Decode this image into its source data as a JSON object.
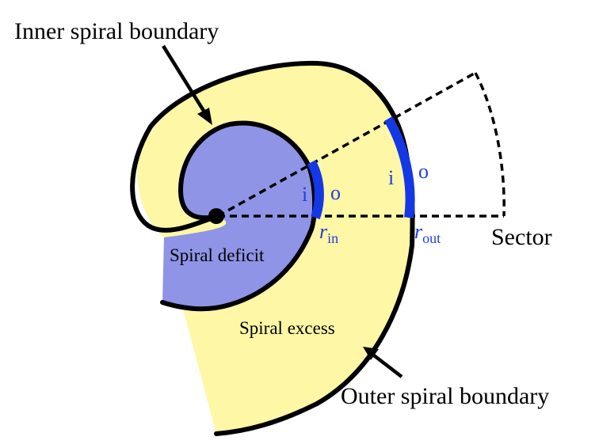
{
  "labels": {
    "inner_boundary": "Inner spiral boundary",
    "outer_boundary": "Outer spiral boundary",
    "sector": "Sector",
    "deficit": "Spiral deficit",
    "excess": "Spiral excess"
  },
  "markers": {
    "inner_i": "i",
    "inner_o": "o",
    "outer_i": "i",
    "outer_o": "o",
    "r_symbol": "r",
    "r_in_sub": "in",
    "r_out_sub": "out"
  },
  "colors": {
    "excess_fill": "#FEF7A6",
    "deficit_fill": "#8F94E6",
    "arc_blue": "#1438E6",
    "label_blue": "#1f3fe0",
    "stroke": "#000000"
  }
}
